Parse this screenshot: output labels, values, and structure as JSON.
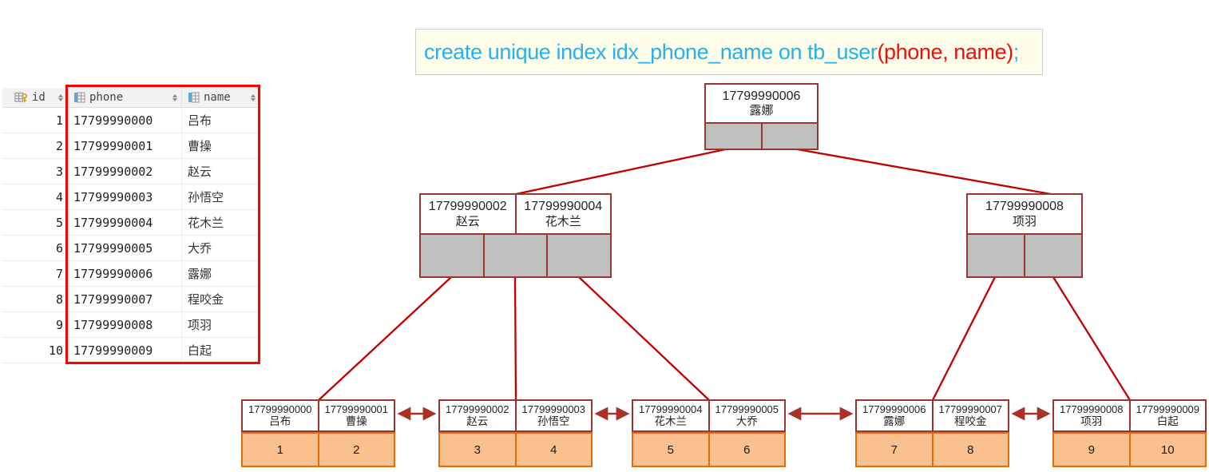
{
  "colors": {
    "node_border": "#9c3430",
    "connector_line": "#c00000",
    "leaf_link_arrow": "#a93226",
    "pointer_cell_fill": "#bfbfbf",
    "leaf_id_fill": "#fac090",
    "leaf_id_border": "#e36c0a",
    "sql_keyword_blue": "#29b0ea",
    "sql_column_red": "#f20d0d",
    "sql_box_bg": "#fdfde9",
    "table_highlight_outline": "#ff0000",
    "table_header_bg": "#f2f2f2"
  },
  "sql": {
    "part_keyword": "create unique index idx_phone_name on tb_user",
    "part_columns": "(phone, name)",
    "part_terminator": ";"
  },
  "table": {
    "columns": [
      {
        "label": "id",
        "icon": "key-table-icon"
      },
      {
        "label": "phone",
        "icon": "table-column-icon"
      },
      {
        "label": "name",
        "icon": "table-column-icon"
      }
    ],
    "rows": [
      {
        "id": "1",
        "phone": "17799990000",
        "name": "吕布"
      },
      {
        "id": "2",
        "phone": "17799990001",
        "name": "曹操"
      },
      {
        "id": "3",
        "phone": "17799990002",
        "name": "赵云"
      },
      {
        "id": "4",
        "phone": "17799990003",
        "name": "孙悟空"
      },
      {
        "id": "5",
        "phone": "17799990004",
        "name": "花木兰"
      },
      {
        "id": "6",
        "phone": "17799990005",
        "name": "大乔"
      },
      {
        "id": "7",
        "phone": "17799990006",
        "name": "露娜"
      },
      {
        "id": "8",
        "phone": "17799990007",
        "name": "程咬金"
      },
      {
        "id": "9",
        "phone": "17799990008",
        "name": "项羽"
      },
      {
        "id": "10",
        "phone": "17799990009",
        "name": "白起"
      }
    ]
  },
  "tree": {
    "root": {
      "key1_phone": "17799990006",
      "key1_name": "露娜"
    },
    "internal_left": {
      "key1_phone": "17799990002",
      "key1_name": "赵云",
      "key2_phone": "17799990004",
      "key2_name": "花木兰"
    },
    "internal_right": {
      "key1_phone": "17799990008",
      "key1_name": "项羽"
    },
    "leaves": [
      {
        "key1_phone": "17799990000",
        "key1_name": "吕布",
        "key2_phone": "17799990001",
        "key2_name": "曹操",
        "id1": "1",
        "id2": "2"
      },
      {
        "key1_phone": "17799990002",
        "key1_name": "赵云",
        "key2_phone": "17799990003",
        "key2_name": "孙悟空",
        "id1": "3",
        "id2": "4"
      },
      {
        "key1_phone": "17799990004",
        "key1_name": "花木兰",
        "key2_phone": "17799990005",
        "key2_name": "大乔",
        "id1": "5",
        "id2": "6"
      },
      {
        "key1_phone": "17799990006",
        "key1_name": "露娜",
        "key2_phone": "17799990007",
        "key2_name": "程咬金",
        "id1": "7",
        "id2": "8"
      },
      {
        "key1_phone": "17799990008",
        "key1_name": "项羽",
        "key2_phone": "17799990009",
        "key2_name": "白起",
        "id1": "9",
        "id2": "10"
      }
    ]
  }
}
